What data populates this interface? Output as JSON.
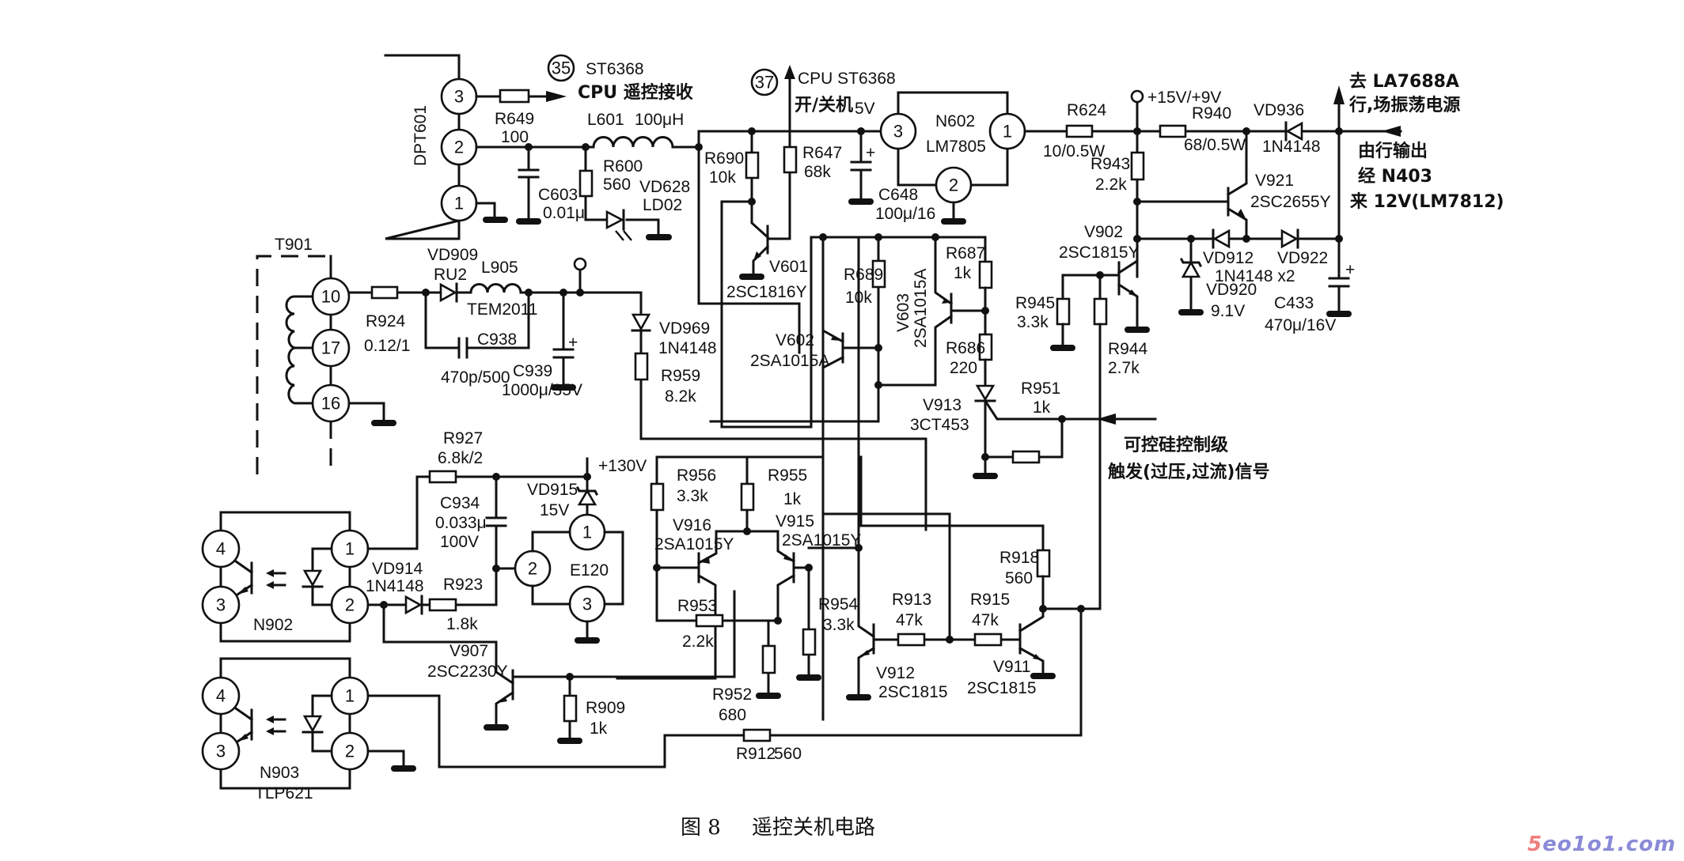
{
  "figure": {
    "caption_number": "图 8",
    "caption_title": "遥控关机电路"
  },
  "watermark": {
    "part1": "5",
    "part2": "eo1o1.com"
  },
  "components": {
    "DPT601": {
      "ref": "DPT601",
      "pins": [
        "3",
        "2",
        "1"
      ]
    },
    "R649": {
      "ref": "R649",
      "value": "100"
    },
    "CPU35": {
      "pin": "35",
      "chip": "ST6368",
      "desc": "CPU 遥控接收"
    },
    "L601": {
      "ref": "L601",
      "value": "100μH"
    },
    "C603": {
      "ref": "C603",
      "value": "0.01μ"
    },
    "R600": {
      "ref": "R600",
      "value": "560"
    },
    "VD628": {
      "ref": "VD628",
      "value": "LD02"
    },
    "CPU37": {
      "pin": "37",
      "desc": "CPU  ST6368",
      "desc2": "开/关机"
    },
    "R690": {
      "ref": "R690",
      "value": "10k"
    },
    "R647": {
      "ref": "R647",
      "value": "68k"
    },
    "V601": {
      "ref": "V601",
      "value": "2SC1816Y"
    },
    "supply5v": "5V",
    "C648": {
      "ref": "C648",
      "value": "100μ/16"
    },
    "N602": {
      "ref": "N602",
      "value": "LM7805",
      "pins": [
        "3",
        "1",
        "2"
      ]
    },
    "R624": {
      "ref": "R624",
      "value": "10/0.5W"
    },
    "supply15v": "+15V/+9V",
    "R940": {
      "ref": "R940",
      "value": "68/0.5W"
    },
    "VD936": {
      "ref": "VD936",
      "value": "1N4148"
    },
    "to_la7688": {
      "line1": "去 LA7688A",
      "line2": "行,场振荡电源"
    },
    "from_hout": {
      "line1": "由行输出",
      "line2": "经 N403",
      "line3": "来 12V(LM7812)"
    },
    "R943": {
      "ref": "R943",
      "value": "2.2k"
    },
    "V921": {
      "ref": "V921",
      "value": "2SC2655Y"
    },
    "V902": {
      "ref": "V902",
      "value": "2SC1815Y"
    },
    "VD912": {
      "ref": "VD912",
      "value": "1N4148 x2"
    },
    "VD922": {
      "ref": "VD922"
    },
    "VD920": {
      "ref": "VD920",
      "value": "9.1V"
    },
    "C433": {
      "ref": "C433",
      "value": "470μ/16V"
    },
    "R945": {
      "ref": "R945",
      "value": "3.3k"
    },
    "R944": {
      "ref": "R944",
      "value": "2.7k"
    },
    "T901": {
      "ref": "T901",
      "pins": [
        "10",
        "17",
        "16"
      ]
    },
    "R924": {
      "ref": "R924",
      "value": "0.12/1"
    },
    "VD909": {
      "ref": "VD909",
      "value": "RU2"
    },
    "L905": {
      "ref": "L905",
      "value": "TEM2011"
    },
    "C938": {
      "ref": "C938",
      "value": "470p/500"
    },
    "C939": {
      "ref": "C939",
      "value": "1000μ/35V"
    },
    "VD969": {
      "ref": "VD969",
      "value": "1N4148"
    },
    "R959": {
      "ref": "R959",
      "value": "8.2k"
    },
    "R689": {
      "ref": "R689",
      "value": "10k"
    },
    "V603": {
      "ref": "V603",
      "value": "2SA1015A"
    },
    "R687": {
      "ref": "R687",
      "value": "1k"
    },
    "R686": {
      "ref": "R686",
      "value": "220"
    },
    "V602": {
      "ref": "V602",
      "value": "2SA1015A"
    },
    "V913": {
      "ref": "V913",
      "value": "3CT453"
    },
    "R951": {
      "ref": "R951",
      "value": "1k"
    },
    "scr_trigger": {
      "line1": "可控硅控制级",
      "line2": "触发(过压,过流)信号"
    },
    "R927": {
      "ref": "R927",
      "value": "6.8k/2"
    },
    "C934": {
      "ref": "C934",
      "value": "0.033μ",
      "value2": "100V"
    },
    "VD915": {
      "ref": "VD915",
      "value": "15V"
    },
    "supply130v": "+130V",
    "E120": {
      "ref": "E120",
      "pins": [
        "1",
        "2",
        "3"
      ]
    },
    "VD914": {
      "ref": "VD914",
      "value": "1N4148"
    },
    "R923": {
      "ref": "R923",
      "value": "1.8k"
    },
    "N902": {
      "ref": "N902",
      "pins": [
        "4",
        "3",
        "1",
        "2"
      ]
    },
    "N903": {
      "ref": "N903",
      "value": "TLP621",
      "pins": [
        "4",
        "3",
        "1",
        "2"
      ]
    },
    "R956": {
      "ref": "R956",
      "value": "3.3k"
    },
    "R955": {
      "ref": "R955",
      "value": "1k"
    },
    "V916": {
      "ref": "V916",
      "value": "2SA1015Y"
    },
    "V915": {
      "ref": "V915",
      "value": "2SA1015Y"
    },
    "R953": {
      "ref": "R953",
      "value": "2.2k"
    },
    "R952": {
      "ref": "R952",
      "value": "680"
    },
    "R954": {
      "ref": "R954",
      "value": "3.3k"
    },
    "R913": {
      "ref": "R913",
      "value": "47k"
    },
    "R915": {
      "ref": "R915",
      "value": "47k"
    },
    "R918": {
      "ref": "R918",
      "value": "560"
    },
    "V912": {
      "ref": "V912",
      "value": "2SC1815"
    },
    "V911": {
      "ref": "V911",
      "value": "2SC1815"
    },
    "V907": {
      "ref": "V907",
      "value": "2SC2230Y"
    },
    "R909": {
      "ref": "R909",
      "value": "1k"
    },
    "R912": {
      "ref": "R912",
      "value": "560"
    }
  }
}
